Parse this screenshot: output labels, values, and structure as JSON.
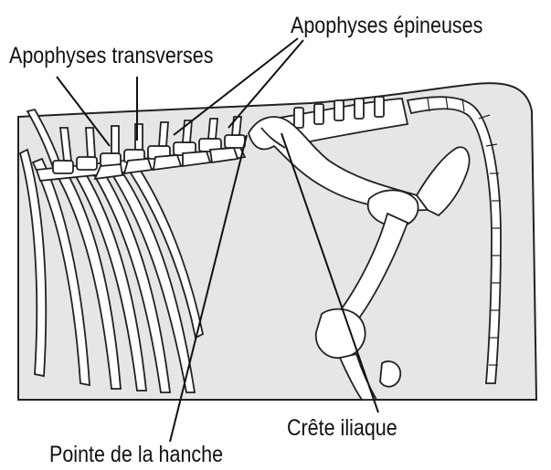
{
  "labels": {
    "apophyses_epineuses": "Apophyses épineuses",
    "apophyses_transverses": "Apophyses transverses",
    "crete_iliaque": "Crête iliaque",
    "pointe_de_la_hanche": "Pointe de la hanche"
  },
  "colors": {
    "background": "#ffffff",
    "body_fill": "#e6e6e6",
    "outline": "#222222",
    "bone": "#ffffff"
  }
}
